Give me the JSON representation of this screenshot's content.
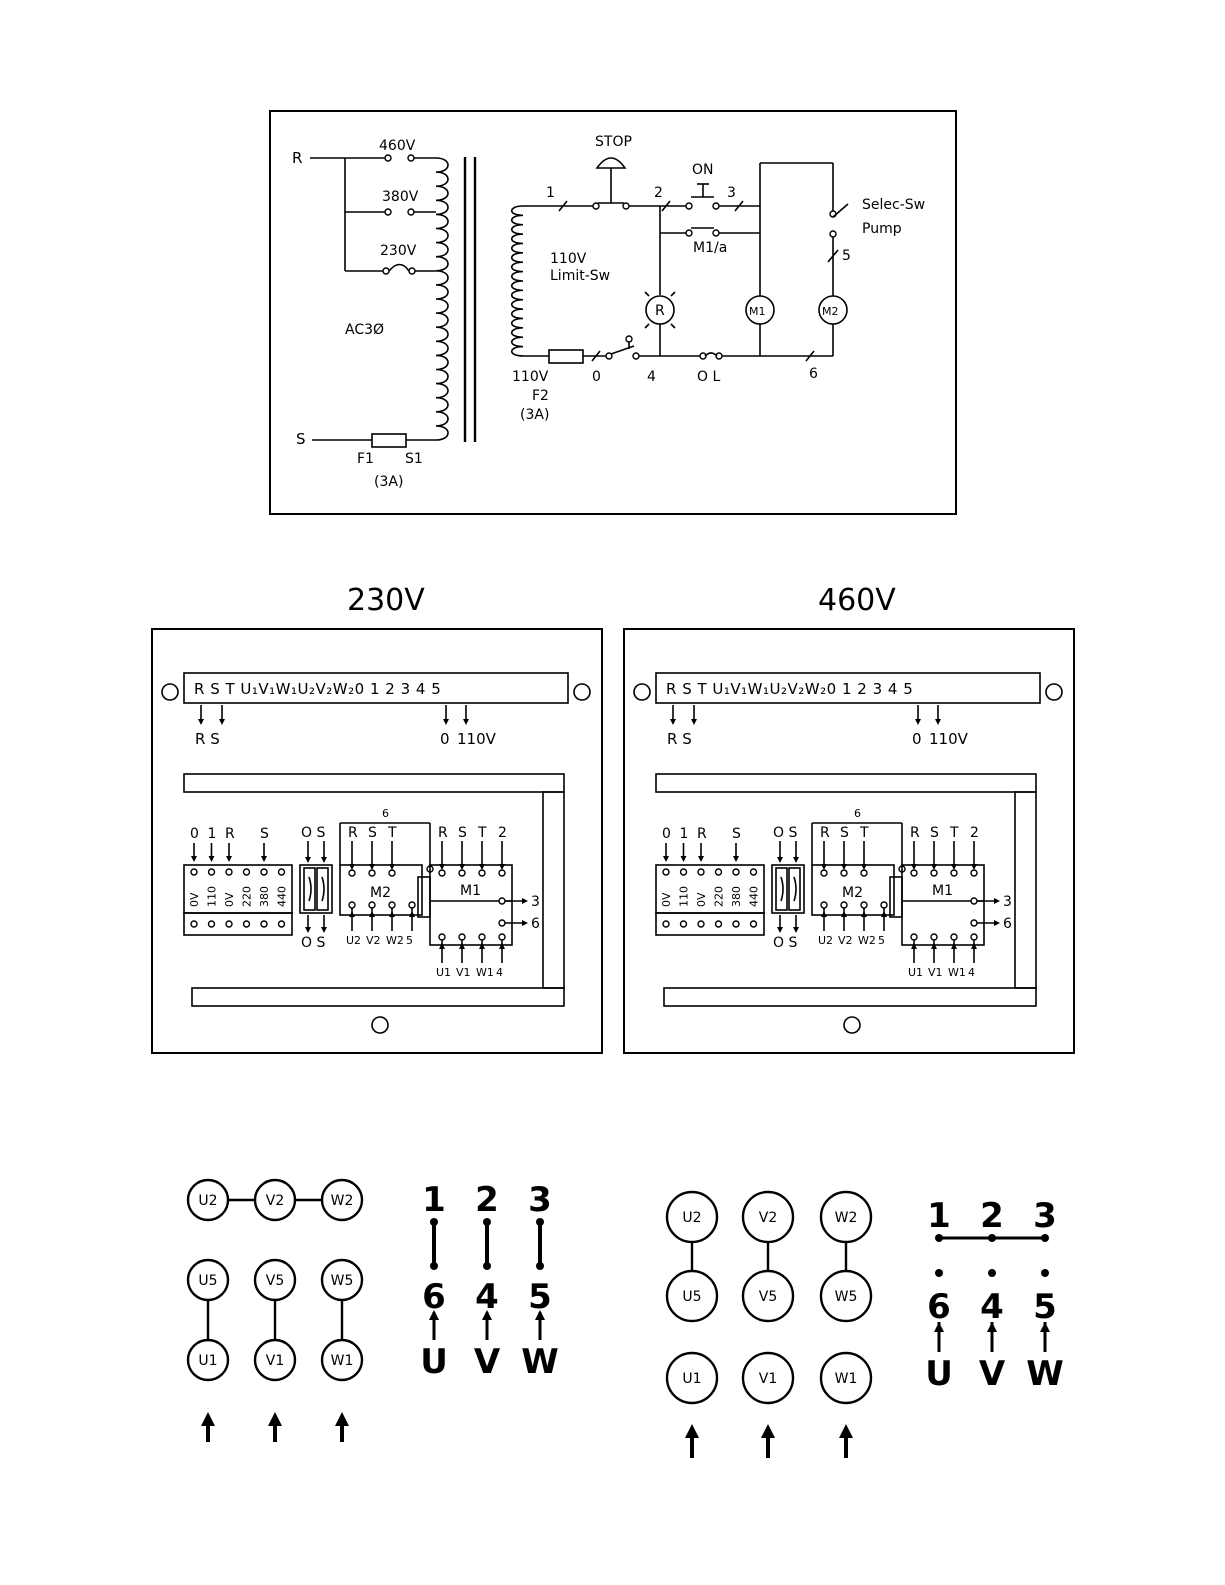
{
  "schematic": {
    "line_r": "R",
    "line_s": "S",
    "tap_460": "460V",
    "tap_380": "380V",
    "tap_230": "230V",
    "ac3": "AC3Ø",
    "fuse1": "F1",
    "fuse1_rating": "(3A)",
    "s1": "S1",
    "stop": "STOP",
    "on": "ON",
    "wire1": "1",
    "wire2": "2",
    "wire3": "3",
    "wire5": "5",
    "wire6": "6",
    "wire0": "0",
    "wire4": "4",
    "sec_110": "110V",
    "limit_sw": "Limit-Sw",
    "m1a": "M1/a",
    "lamp_r": "R",
    "coil_m1": "M1",
    "coil_m2": "M2",
    "sel_sw": "Selec-Sw",
    "pump": "Pump",
    "ol": "O L",
    "sec_110_b": "110V",
    "fuse2": "F2",
    "fuse2_rating": "(3A)"
  },
  "panels": [
    {
      "title": "230V",
      "terminal_strip": "R S T U₁V₁W₁U₂V₂W₂0 1 2 3 4 5",
      "out_rs": "R S",
      "out_0": "0",
      "out_110": "110V",
      "tx_top_labels": [
        "0",
        "1",
        "R",
        "S"
      ],
      "tx_taps": [
        "0V",
        "110",
        "0V",
        "220",
        "380",
        "440"
      ],
      "fuse_top": "O S",
      "fuse_bottom": "O S",
      "wire6": "6",
      "m2_top": [
        "R",
        "S",
        "T"
      ],
      "m2_label": "M2",
      "m2_bottom": [
        "U2",
        "V2",
        "W2",
        "5"
      ],
      "m1_top": [
        "R",
        "S",
        "T",
        "2"
      ],
      "m1_label": "M1",
      "m1_side": [
        "3",
        "6"
      ],
      "m1_bottom": [
        "U1",
        "V1",
        "W1",
        "4"
      ]
    },
    {
      "title": "460V",
      "terminal_strip": "R S T U₁V₁W₁U₂V₂W₂0 1 2 3 4 5",
      "out_rs": "R S",
      "out_0": "0",
      "out_110": "110V",
      "tx_top_labels": [
        "0",
        "1",
        "R",
        "S"
      ],
      "tx_taps": [
        "0V",
        "110",
        "0V",
        "220",
        "380",
        "440"
      ],
      "fuse_top": "O S",
      "fuse_bottom": "O S",
      "wire6": "6",
      "m2_top": [
        "R",
        "S",
        "T"
      ],
      "m2_label": "M2",
      "m2_bottom": [
        "U2",
        "V2",
        "W2",
        "5"
      ],
      "m1_top": [
        "R",
        "S",
        "T",
        "2"
      ],
      "m1_label": "M1",
      "m1_side": [
        "3",
        "6"
      ],
      "m1_bottom": [
        "U1",
        "V1",
        "W1",
        "4"
      ]
    }
  ],
  "motor_left": {
    "row1": [
      "U2",
      "V2",
      "W2"
    ],
    "row2": [
      "U5",
      "V5",
      "W5"
    ],
    "row3": [
      "U1",
      "V1",
      "W1"
    ]
  },
  "motor_right": {
    "row1": [
      "U2",
      "V2",
      "W2"
    ],
    "row2": [
      "U5",
      "V5",
      "W5"
    ],
    "row3": [
      "U1",
      "V1",
      "W1"
    ]
  },
  "term_left": {
    "top": [
      "1",
      "2",
      "3"
    ],
    "mid": [
      "6",
      "4",
      "5"
    ],
    "bottom": [
      "U",
      "V",
      "W"
    ]
  },
  "term_right": {
    "top": [
      "1",
      "2",
      "3"
    ],
    "mid": [
      "6",
      "4",
      "5"
    ],
    "bottom": [
      "U",
      "V",
      "W"
    ]
  }
}
